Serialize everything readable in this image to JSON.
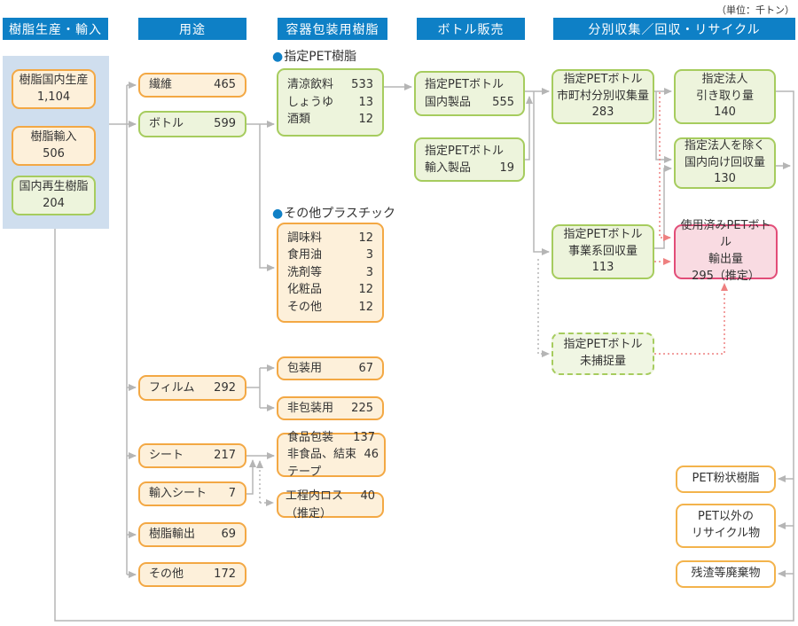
{
  "unit_label": "（単位：千トン）",
  "bullet": "●",
  "headers": [
    "樹脂生産・輸入",
    "用途",
    "容器包装用樹脂",
    "ボトル販売",
    "分別収集／回収・リサイクル"
  ],
  "production": {
    "domestic": {
      "label": "樹脂国内生産",
      "value": "1,104"
    },
    "import": {
      "label": "樹脂輸入",
      "value": "506"
    },
    "recycled": {
      "label": "国内再生樹脂",
      "value": "204"
    }
  },
  "usage": {
    "fiber": {
      "label": "繊維",
      "value": "465"
    },
    "bottle": {
      "label": "ボトル",
      "value": "599"
    },
    "film": {
      "label": "フィルム",
      "value": "292"
    },
    "sheet": {
      "label": "シート",
      "value": "217"
    },
    "import_sheet": {
      "label": "輸入シート",
      "value": "7"
    },
    "resin_export": {
      "label": "樹脂輸出",
      "value": "69"
    },
    "other": {
      "label": "その他",
      "value": "172"
    }
  },
  "packaging": {
    "pet_section_label": "指定PET樹脂",
    "pet_rows": [
      {
        "label": "清涼飲料",
        "value": "533"
      },
      {
        "label": "しょうゆ",
        "value": "13"
      },
      {
        "label": "酒類",
        "value": "12"
      }
    ],
    "other_section_label": "その他プラスチック",
    "other_rows": [
      {
        "label": "調味料",
        "value": "12"
      },
      {
        "label": "食用油",
        "value": "3"
      },
      {
        "label": "洗剤等",
        "value": "3"
      },
      {
        "label": "化粧品",
        "value": "12"
      },
      {
        "label": "その他",
        "value": "12"
      }
    ],
    "pack": {
      "label": "包装用",
      "value": "67"
    },
    "nonpack": {
      "label": "非包装用",
      "value": "225"
    },
    "food_rows": [
      {
        "label": "食品包装",
        "value": "137"
      },
      {
        "label": "非食品、結束テープ",
        "value": "46"
      }
    ],
    "loss": {
      "label": "工程内ロス（推定）",
      "value": "40"
    }
  },
  "bottle_sales": {
    "domestic": {
      "line1": "指定PETボトル",
      "label": "国内製品",
      "value": "555"
    },
    "imported": {
      "line1": "指定PETボトル",
      "label": "輸入製品",
      "value": "19"
    }
  },
  "recycle": {
    "municipal": {
      "line1": "指定PETボトル",
      "line2": "市町村分別収集量",
      "value": "283"
    },
    "designated_pickup": {
      "line1": "指定法人",
      "line2": "引き取り量",
      "value": "140"
    },
    "non_designated": {
      "line1": "指定法人を除く",
      "line2": "国内向け回収量",
      "value": "130"
    },
    "business": {
      "line1": "指定PETボトル",
      "line2": "事業系回収量",
      "value": "113"
    },
    "used_export": {
      "line1": "使用済みPETボトル",
      "line2": "輸出量",
      "value": "295（推定）"
    },
    "uncaptured": {
      "line1": "指定PETボトル",
      "line2": "未捕捉量"
    },
    "powder": {
      "label": "PET粉状樹脂"
    },
    "non_pet": {
      "line1": "PET以外の",
      "line2": "リサイクル物"
    },
    "residue": {
      "label": "残渣等廃棄物"
    }
  },
  "colors": {
    "header_blue": "#0e80c6",
    "panel_blue": "#cfdeee",
    "orange": "#f3a844",
    "green": "#a6cc5e",
    "pink": "#e24d78",
    "line_gray": "#b5b5b5",
    "line_red": "#ee8080",
    "bullet_blue": "#1080c6"
  }
}
